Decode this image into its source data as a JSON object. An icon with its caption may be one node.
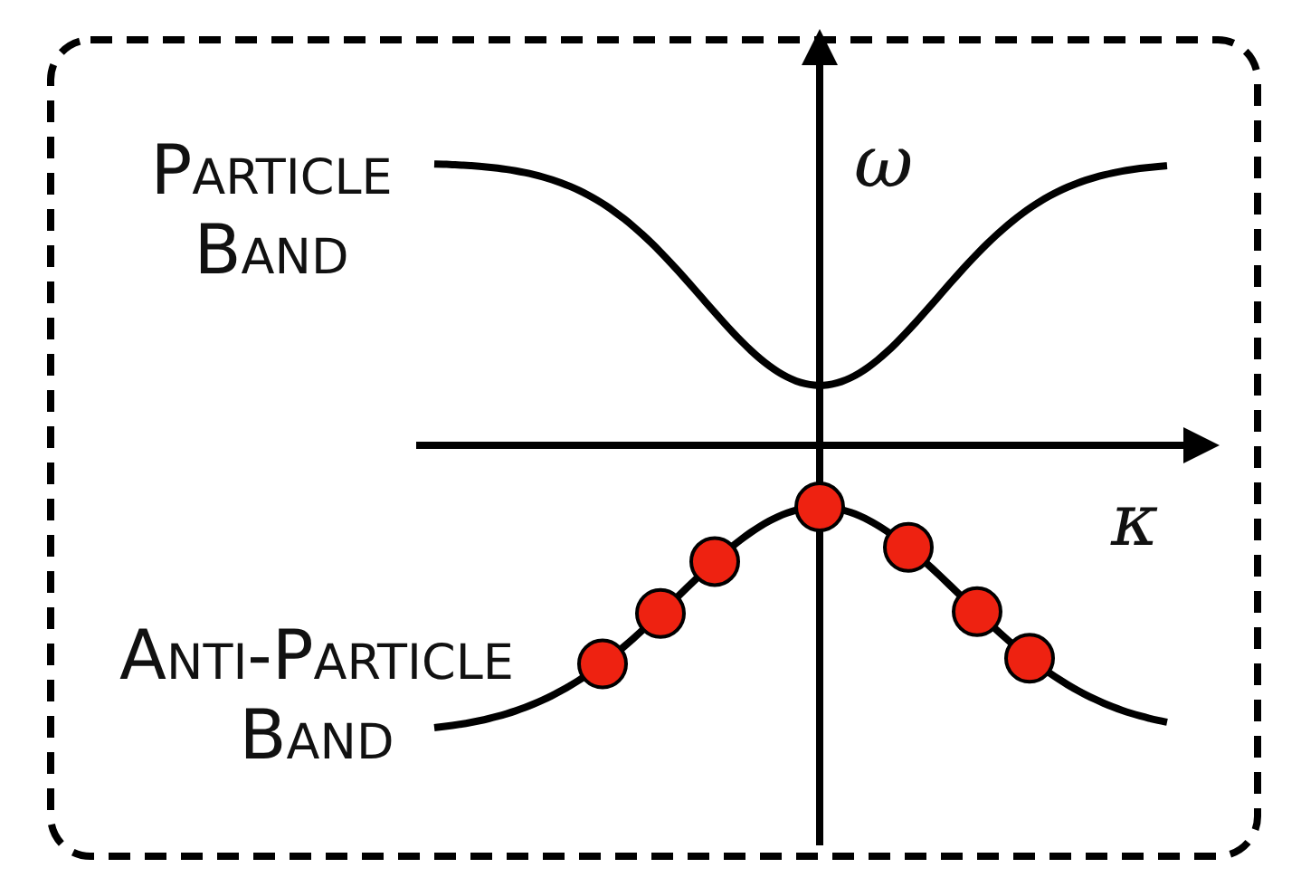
{
  "diagram": {
    "labels": [
      "Particle Band",
      "Anti-Particle Band",
      "ω",
      "κ"
    ]
  }
}
